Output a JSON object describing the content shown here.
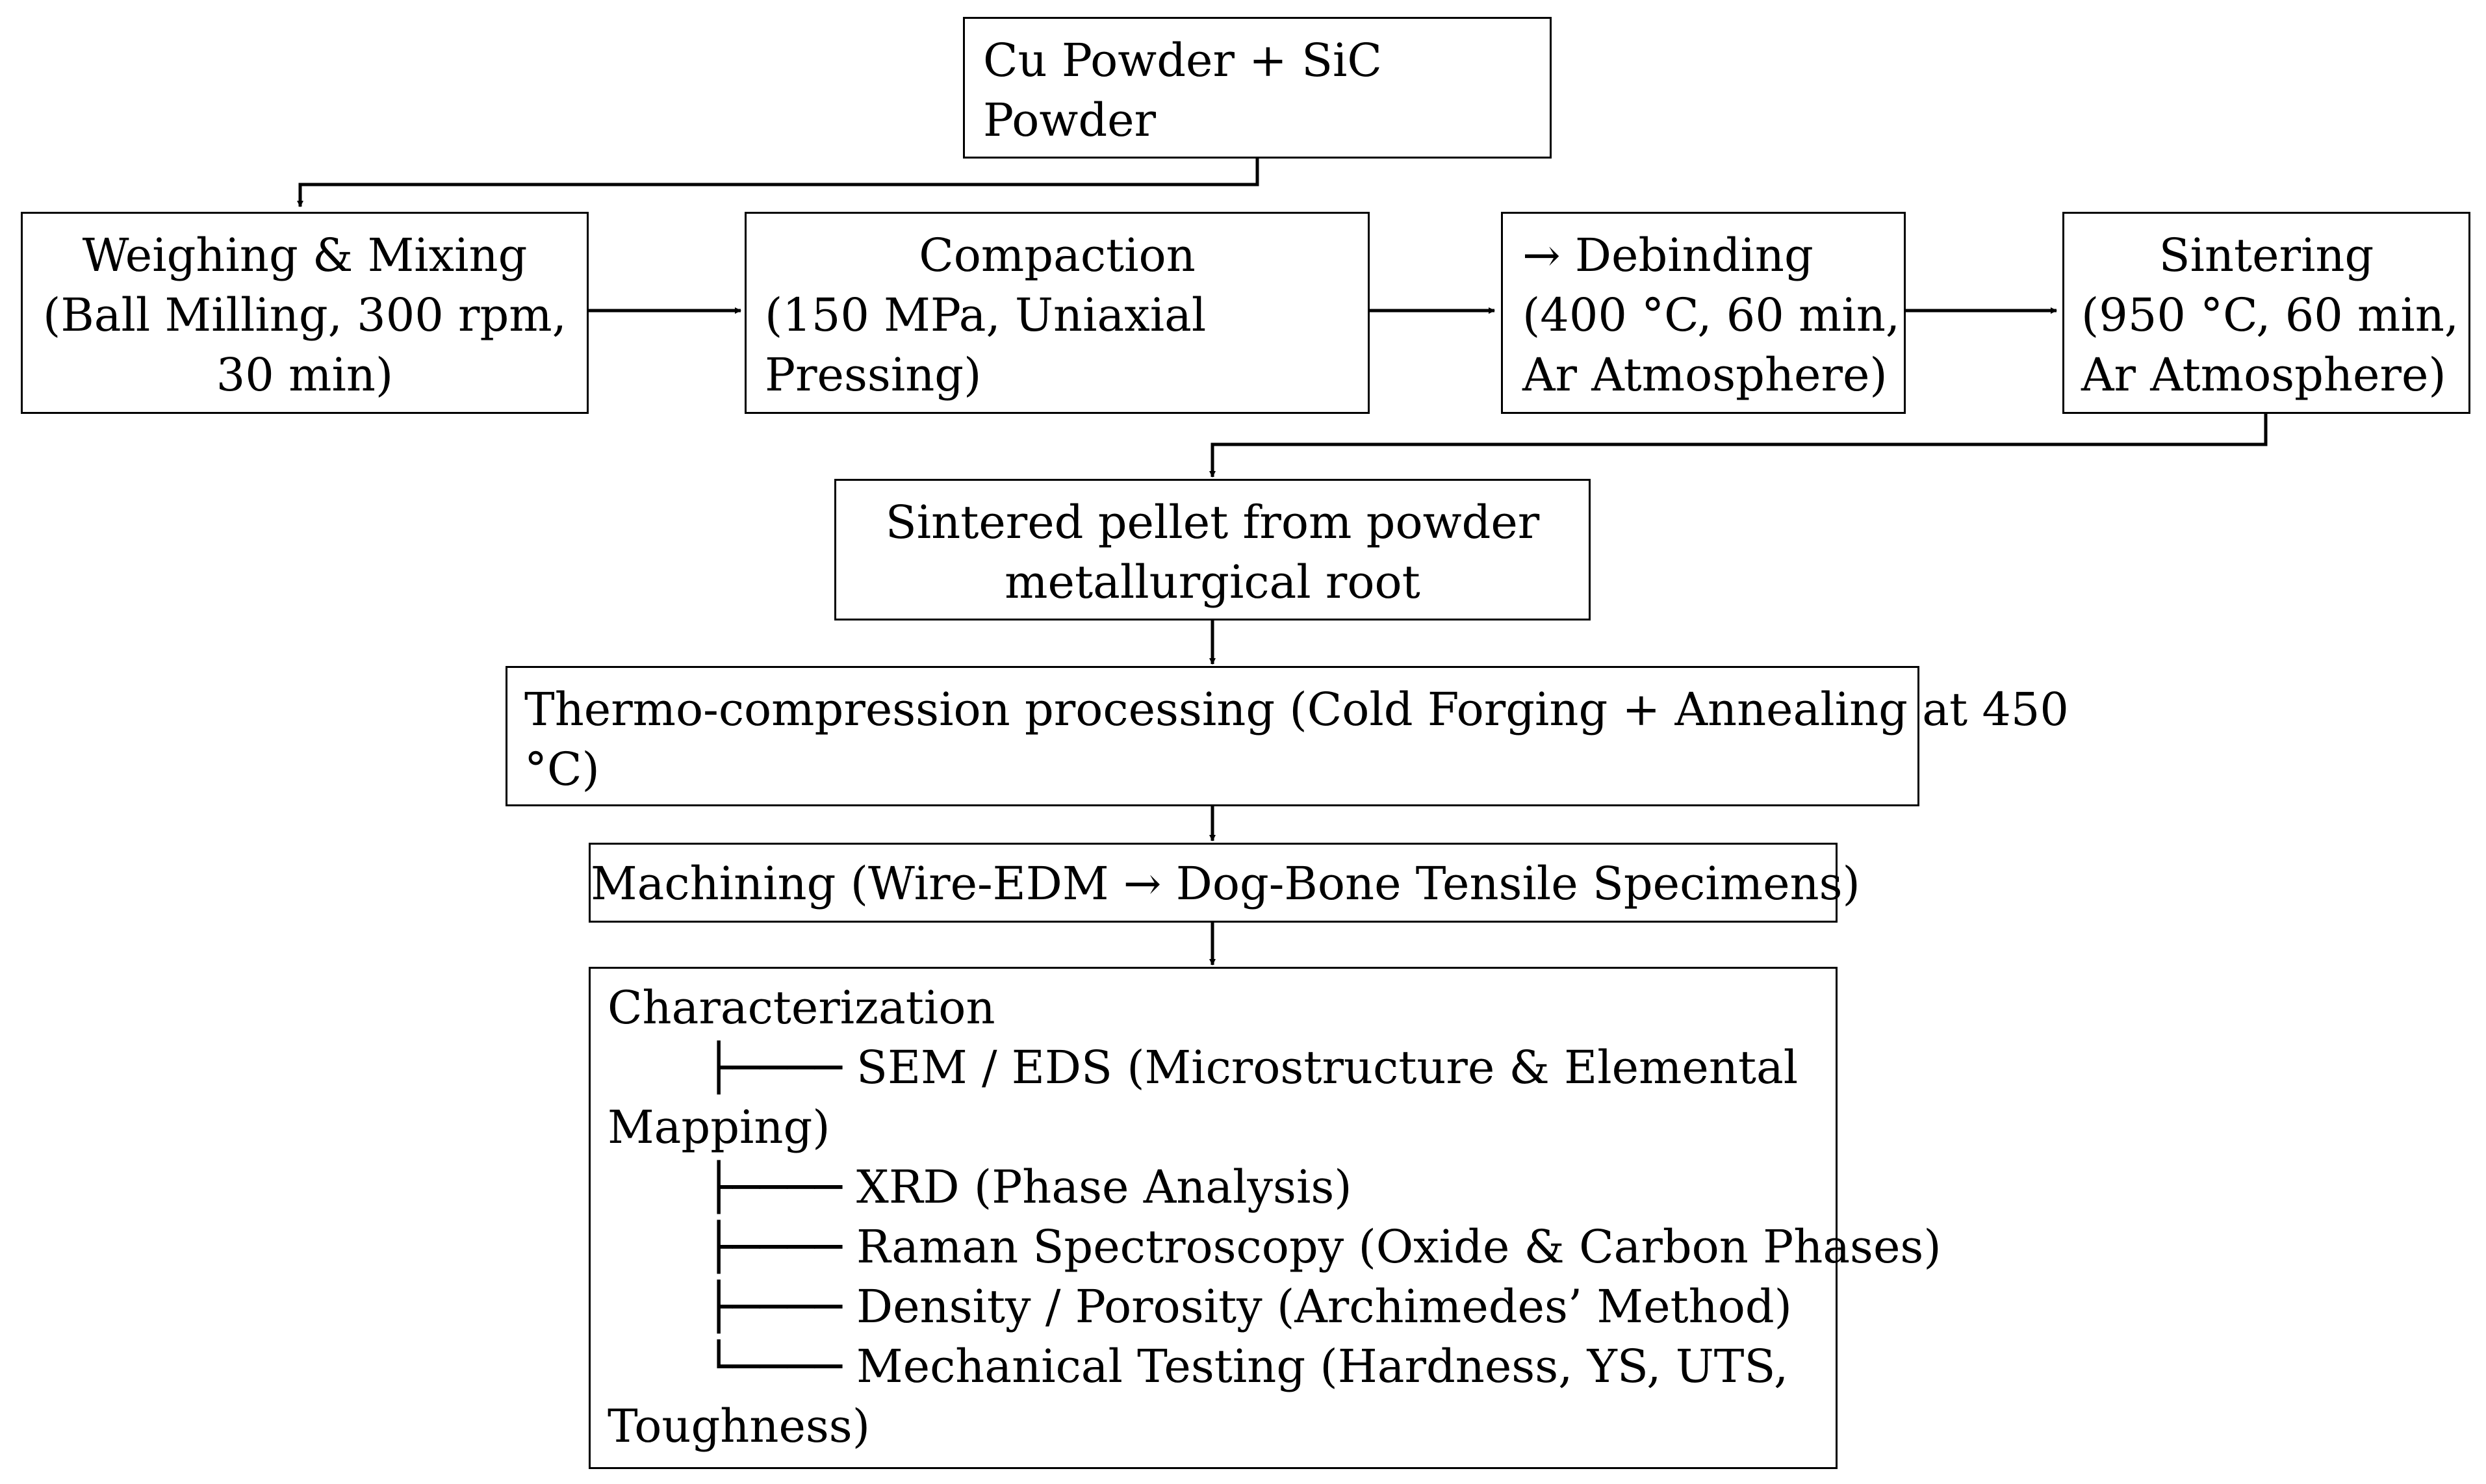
{
  "diagram": {
    "nodes": {
      "input": {
        "lines": [
          "Cu Powder  +  SiC",
          "Powder"
        ]
      },
      "weighing": {
        "lines": [
          "Weighing & Mixing",
          "(Ball Milling, 300 rpm,",
          "30 min)"
        ]
      },
      "compaction": {
        "lines": [
          "Compaction",
          "(150 MPa, Uniaxial",
          "Pressing)"
        ]
      },
      "debinding": {
        "lines": [
          "→  Debinding",
          "(400 °C, 60 min,",
          "Ar Atmosphere)"
        ]
      },
      "sintering": {
        "lines": [
          "Sintering",
          "(950 °C, 60 min,",
          "Ar Atmosphere)"
        ]
      },
      "pellet": {
        "lines": [
          "Sintered pellet from powder",
          "metallurgical root"
        ]
      },
      "thermo": {
        "lines": [
          "Thermo-compression processing (Cold Forging + Annealing at 450",
          "°C)"
        ]
      },
      "machining": {
        "lines": [
          "Machining (Wire-EDM → Dog-Bone Tensile Specimens)"
        ]
      },
      "characterization": {
        "title": "Characterization",
        "items": [
          {
            "branch": "├────",
            "text": "SEM / EDS (Microstructure & Elemental",
            "wrap": "Mapping)"
          },
          {
            "branch": "├────",
            "text": "XRD (Phase Analysis)"
          },
          {
            "branch": "├────",
            "text": "Raman Spectroscopy (Oxide & Carbon Phases)"
          },
          {
            "branch": "├────",
            "text": "Density / Porosity (Archimedes’ Method)"
          },
          {
            "branch": "└────",
            "text": "Mechanical Testing (Hardness, YS, UTS,",
            "wrap": "Toughness)"
          }
        ]
      }
    },
    "edges": [
      [
        "input",
        "weighing"
      ],
      [
        "weighing",
        "compaction"
      ],
      [
        "compaction",
        "debinding"
      ],
      [
        "debinding",
        "sintering"
      ],
      [
        "sintering",
        "pellet"
      ],
      [
        "pellet",
        "thermo"
      ],
      [
        "thermo",
        "machining"
      ],
      [
        "machining",
        "characterization"
      ]
    ]
  }
}
